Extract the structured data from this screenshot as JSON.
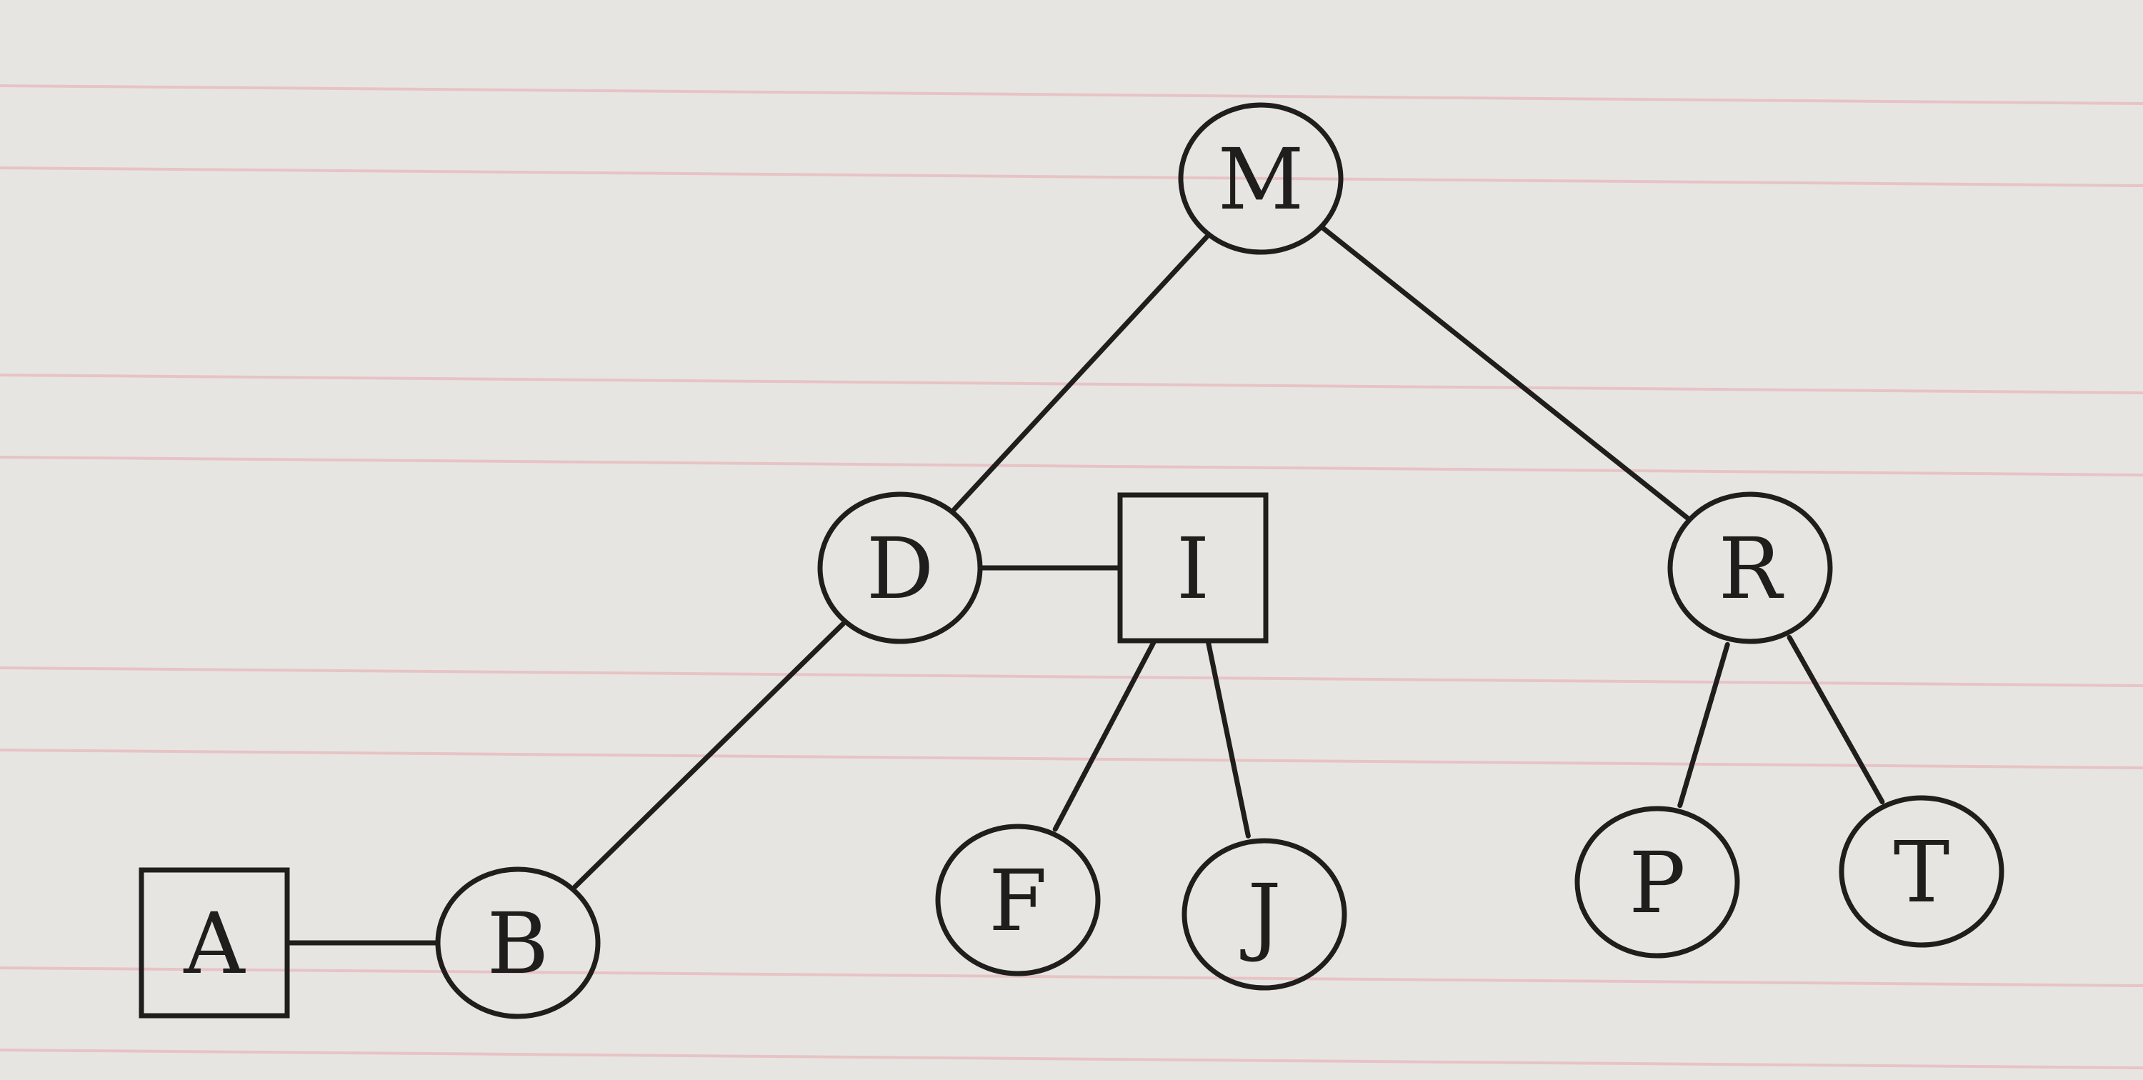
{
  "diagram": {
    "type": "tree",
    "paper": {
      "background": "#e7e5e1",
      "rule_color": "#e8b8bd",
      "ink_color": "#1f1e1d"
    },
    "nodes": [
      {
        "id": "M",
        "label": "M",
        "shape": "circle"
      },
      {
        "id": "D",
        "label": "D",
        "shape": "circle"
      },
      {
        "id": "I",
        "label": "I",
        "shape": "square"
      },
      {
        "id": "R",
        "label": "R",
        "shape": "circle"
      },
      {
        "id": "A",
        "label": "A",
        "shape": "square"
      },
      {
        "id": "B",
        "label": "B",
        "shape": "circle"
      },
      {
        "id": "F",
        "label": "F",
        "shape": "circle"
      },
      {
        "id": "J",
        "label": "J",
        "shape": "circle"
      },
      {
        "id": "P",
        "label": "P",
        "shape": "circle"
      },
      {
        "id": "T",
        "label": "T",
        "shape": "circle"
      }
    ],
    "edges": [
      {
        "from": "M",
        "to": "D"
      },
      {
        "from": "M",
        "to": "R"
      },
      {
        "from": "D",
        "to": "I"
      },
      {
        "from": "D",
        "to": "B"
      },
      {
        "from": "A",
        "to": "B"
      },
      {
        "from": "I",
        "to": "F"
      },
      {
        "from": "I",
        "to": "J"
      },
      {
        "from": "R",
        "to": "P"
      },
      {
        "from": "R",
        "to": "T"
      }
    ]
  }
}
